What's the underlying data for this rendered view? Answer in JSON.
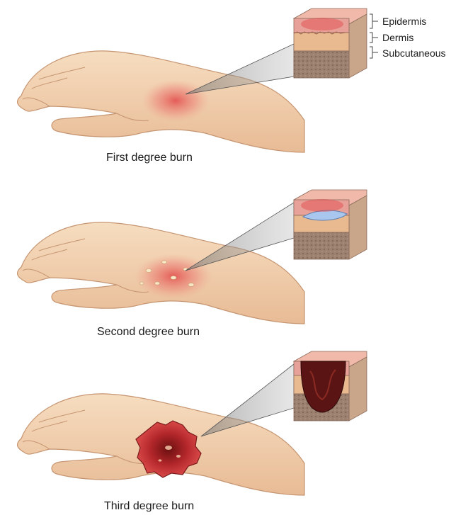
{
  "layer_labels": {
    "epidermis": "Epidermis",
    "dermis": "Dermis",
    "subcutaneous": "Subcutaneous"
  },
  "captions": {
    "first": "First degree burn",
    "second": "Second degree burn",
    "third": "Third degree burn"
  },
  "colors": {
    "skin": "#f3d3b3",
    "skin_shadow": "#d9a77f",
    "epidermis_layer": "#e8a199",
    "dermis_layer": "#e9b98f",
    "subcutaneous_layer": "#9c8171",
    "burn_red": "#e35b5b",
    "blister_blue": "#a9c7ee",
    "charred": "#5a1414"
  }
}
